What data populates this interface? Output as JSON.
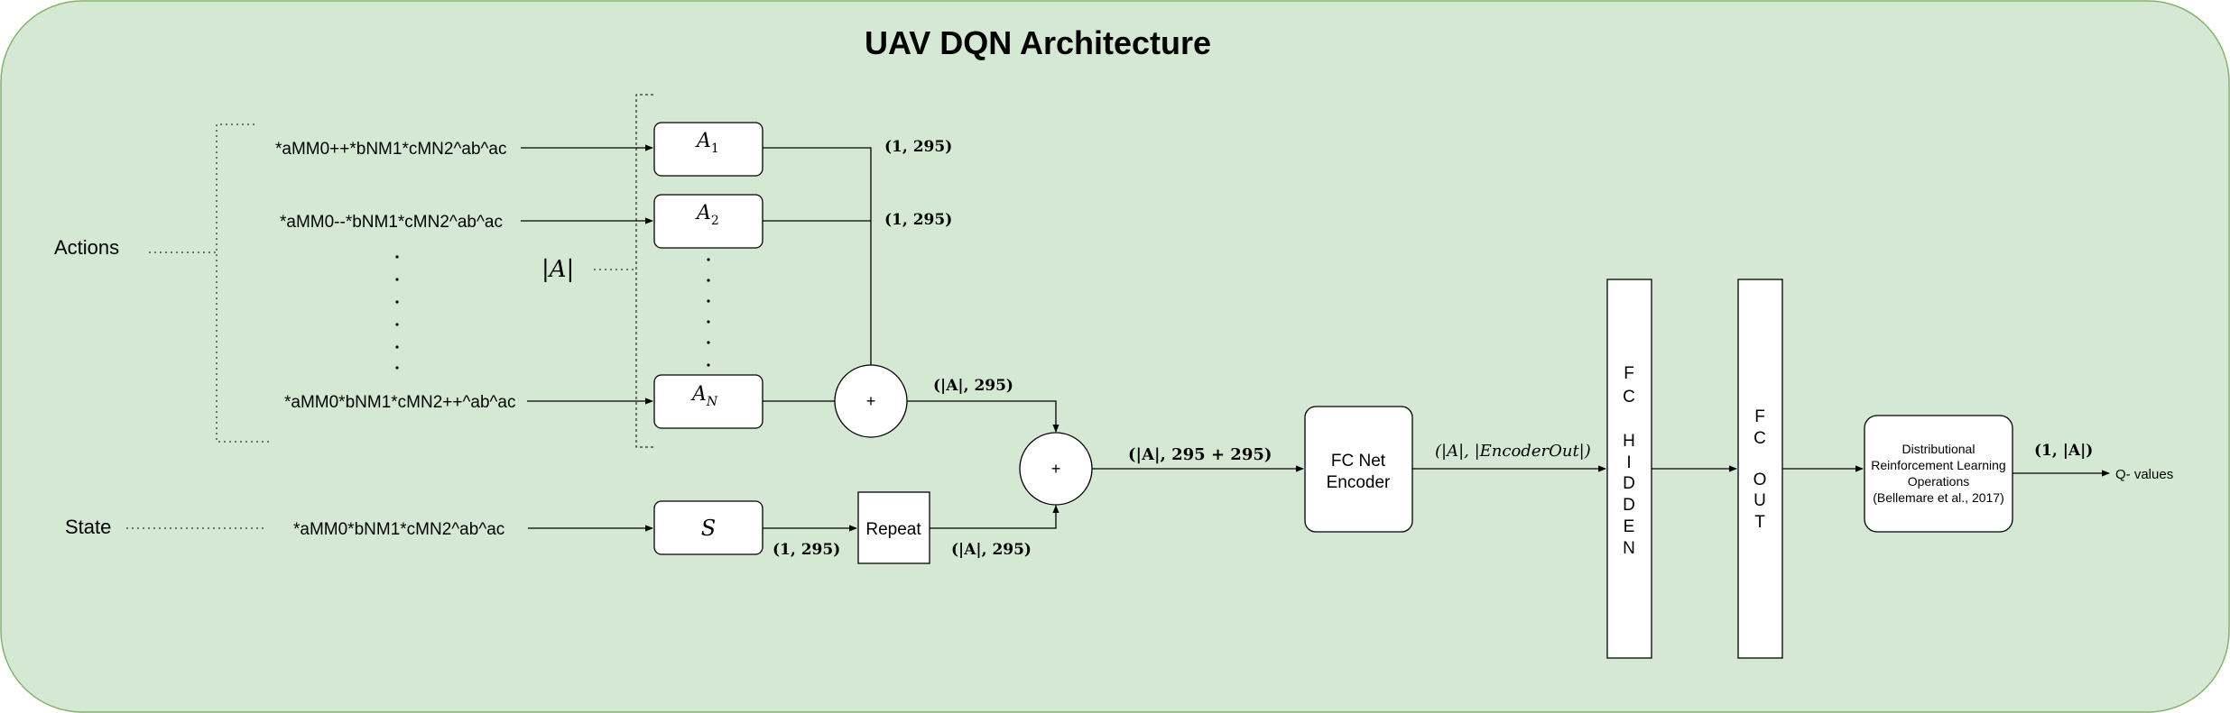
{
  "title": "UAV DQN Architecture",
  "colors": {
    "background_panel": "#d5e8d4",
    "panel_border": "#82b366",
    "stroke": "#000000",
    "box_fill": "#ffffff"
  },
  "labels": {
    "actions": "Actions",
    "state": "State",
    "action_count": "|A|"
  },
  "action_expressions": {
    "a1": "*aMM0++*bNM1*cMN2^ab^ac",
    "a2": "*aMM0--*bNM1*cMN2^ab^ac",
    "an": "*aMM0*bNM1*cMN2++^ab^ac"
  },
  "state_expression": "*aMM0*bNM1*cMN2^ab^ac",
  "nodes": {
    "a1": {
      "base": "A",
      "sub": "1"
    },
    "a2": {
      "base": "A",
      "sub": "2"
    },
    "an": {
      "base": "A",
      "sub": "N"
    },
    "s": "S",
    "repeat": "Repeat",
    "sum_actions": "+",
    "sum_combined": "+",
    "fc_encoder": [
      "FC Net",
      "Encoder"
    ],
    "fc_hidden": [
      "F",
      "C",
      "",
      "H",
      "I",
      "D",
      "D",
      "E",
      "N"
    ],
    "fc_out": [
      "F",
      "C",
      "",
      "O",
      "U",
      "T"
    ],
    "distributional": [
      "Distributional",
      "Reinforcement Learning",
      "Operations",
      "(Bellemare et al., 2017)"
    ]
  },
  "edge_labels": {
    "a1_shape": "(1, 295)",
    "a2_shape": "(1, 295)",
    "sum_actions_shape": "(|A|, 295)",
    "s_shape": "(1, 295)",
    "repeat_shape": "(|A|, 295)",
    "combined_shape": "(|A|, 295 + 295)",
    "encoder_out_shape": "(|A|, |EncoderOut|)",
    "out_shape": "(1, |A|)",
    "q_values": "Q- values"
  }
}
